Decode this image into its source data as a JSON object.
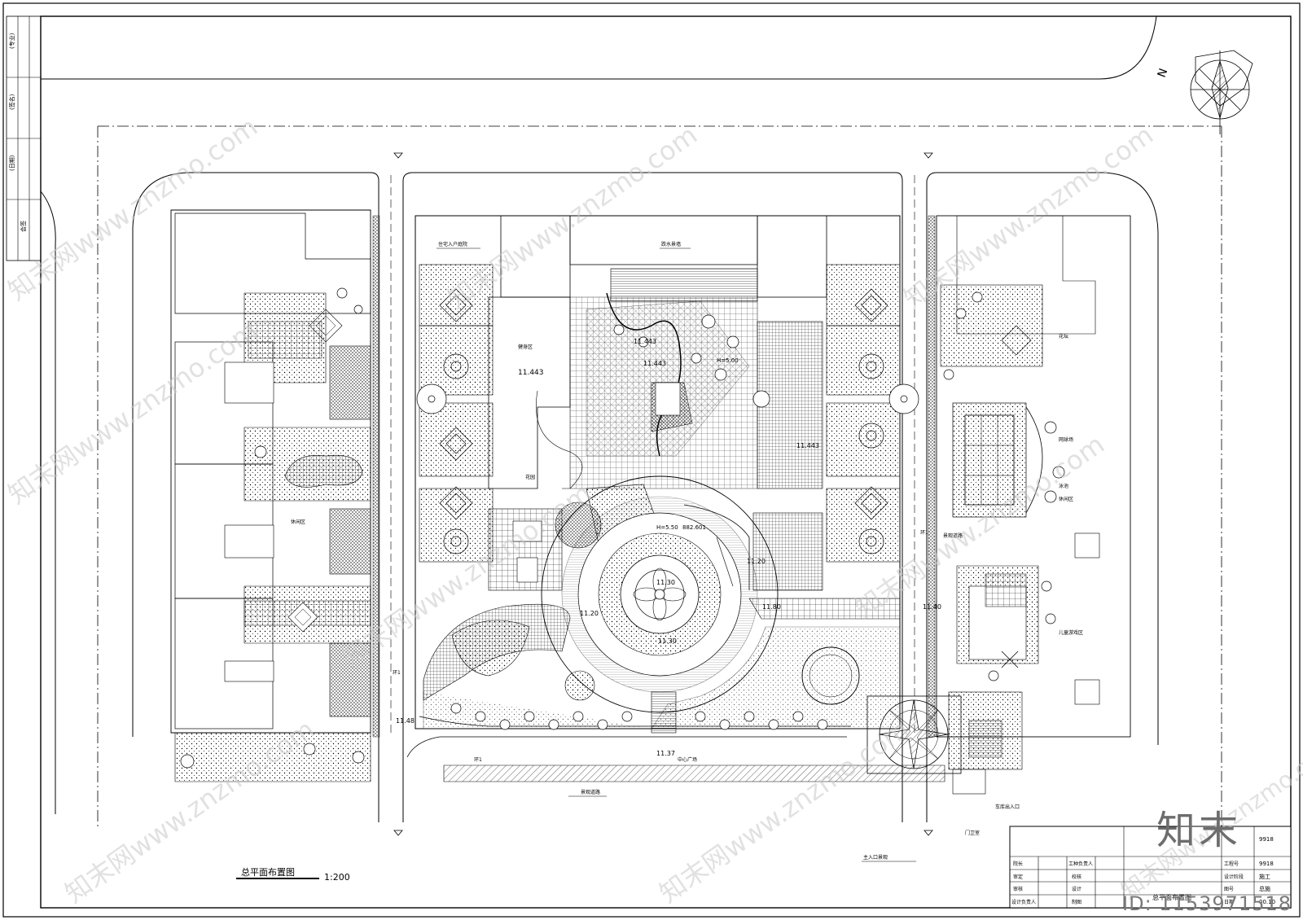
{
  "drawing": {
    "title": "总平面布置图",
    "scale": "1:200",
    "north_label": "N",
    "elevations": [
      "11.443",
      "11.443",
      "11.443",
      "11.443",
      "11.20",
      "11.30",
      "11.20",
      "11.30",
      "11.80",
      "11.40",
      "11.48",
      "11.37"
    ],
    "labels": {
      "entrance_court": "住宅入户庭院",
      "feature_wall": "跌水景墙",
      "fitness": "健身区",
      "tennis": "网球场",
      "children_area": "儿童游戏区",
      "pool": "泳池",
      "main_entrance": "主入口景观",
      "side_path": "环1",
      "guard": "门卫室",
      "parking_entrance": "车库出入口",
      "central_plaza": "中心广场",
      "landscape_road": "景观道路",
      "leisure": "休闲区",
      "flower_bed": "花坛",
      "garden": "花园"
    },
    "label_marks": [
      "H=5.50",
      "H=5.00",
      "882.601"
    ]
  },
  "title_block": {
    "project_no": "9918",
    "drawing_name": "总平面布置图",
    "rows": [
      "院长",
      "审定",
      "审核",
      "设计负责人",
      "工种负责人",
      "校核",
      "设计",
      "制图"
    ],
    "right_labels": [
      "工程号",
      "设计阶段",
      "图号",
      "日期"
    ],
    "right_values": [
      "9918",
      "施工",
      "总施",
      "00.10"
    ]
  },
  "side_strip": [
    "(专业)",
    "(签名)",
    "(日期)",
    "会签"
  ],
  "watermark": {
    "text": "知末网www.znzmo.com",
    "logo": "知末",
    "id": "ID: 1153971518"
  },
  "colors": {
    "line": "#000000",
    "watermark": "#c9c9c9"
  }
}
